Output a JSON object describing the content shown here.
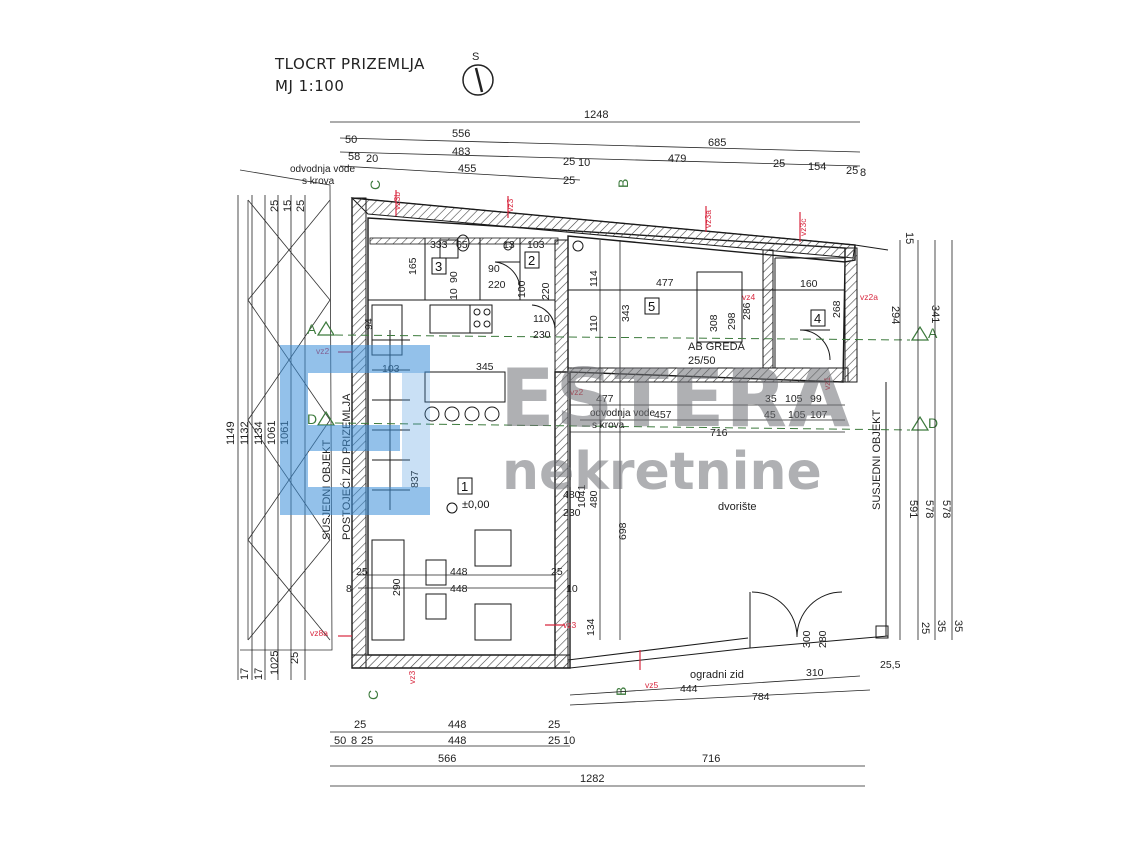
{
  "header": {
    "title": "TLOCRT PRIZEMLJA",
    "scale": "MJ 1:100",
    "north_label": "S"
  },
  "watermark": {
    "brand": "ESTERA",
    "sub": "nekretnine",
    "color": "#3b8fd9"
  },
  "colors": {
    "line": "#1a1a1a",
    "red": "#d8283f",
    "green": "#3c7a3c",
    "hatch": "#555555"
  },
  "section_marks": {
    "a_left": "A",
    "a_right": "A",
    "d_left": "D",
    "d_right": "D",
    "c_top": "C",
    "c_bottom": "C",
    "b_top": "B",
    "b_bottom": "B"
  },
  "rooms": {
    "r1": "1",
    "r1_level": "±0,00",
    "r2": "2",
    "r3": "3",
    "r4": "4",
    "r5": "5"
  },
  "labels": {
    "drain_left_1": "odvodnja vode",
    "drain_left_2": "s krova",
    "drain_mid_1": "odvodnja vode",
    "drain_mid_2": "s krova",
    "beam_1": "AB GREDA",
    "beam_2": "25/50",
    "courtyard": "dvorište",
    "fence": "ogradni zid",
    "neighbor_left": "SUSJEDNI OBJEKT",
    "existing_wall": "POSTOJEĆI ZID PRIZEMLJA",
    "neighbor_right": "SUSJEDNI OBJEKT"
  },
  "red_tags": {
    "vz3b": "vz3b",
    "vz3_top": "vz3",
    "vz3a": "vz3a",
    "vz3c": "vz3c",
    "vz4": "vz4",
    "vz2a": "vz2a",
    "vz2": "vz2",
    "vz2_mid": "vz2",
    "vz1": "vz1",
    "vz3_right": "vz3",
    "vz8a": "vz8a",
    "vz3_bottom": "vz3",
    "vz5": "vz5"
  },
  "dims_top": {
    "d1248": "1248",
    "d50": "50",
    "d556": "556",
    "d685": "685",
    "d58": "58",
    "d20": "20",
    "d483": "483",
    "d25a": "25",
    "d10a": "10",
    "d479": "479",
    "d25b": "25",
    "d154": "154",
    "d25c": "25",
    "d8a": "8",
    "d455": "455",
    "d25d": "25"
  },
  "dims_left": {
    "d1149": "1149",
    "d1132": "1132",
    "d1134": "1134",
    "d1061a": "1061",
    "d1061b": "1061",
    "d1025": "1025",
    "d25a": "25",
    "d15": "15",
    "d25b": "25",
    "d17a": "17",
    "d17b": "17",
    "d25c": "25"
  },
  "dims_right": {
    "d341": "341",
    "d294": "294",
    "d591": "591",
    "d578a": "578",
    "d578b": "578",
    "d15": "15",
    "d35a": "35",
    "d25": "25",
    "d35b": "35"
  },
  "dims_bottom": {
    "d25a": "25",
    "d448a": "448",
    "d25b": "25",
    "d50": "50",
    "d8": "8",
    "d25c": "25",
    "d448b": "448",
    "d25d": "25",
    "d10": "10",
    "d566": "566",
    "d716": "716",
    "d1282": "1282"
  },
  "dims_inner": {
    "d333": "333",
    "d65": "65",
    "d13": "13",
    "d103": "103",
    "d165": "165",
    "d90a": "90",
    "d90b": "90",
    "d220a": "220",
    "d100": "100",
    "d220b": "220",
    "d10": "10",
    "d110a": "110",
    "d230": "230",
    "d114": "114",
    "d477a": "477",
    "d343": "343",
    "d110b": "110",
    "d160": "160",
    "d268": "268",
    "d308": "308",
    "d298": "298",
    "d286": "286",
    "d345": "345",
    "d103b": "103",
    "d94": "94",
    "d477b": "477",
    "d35": "35",
    "d105a": "105",
    "d99": "99",
    "d457": "457",
    "d45": "45",
    "d105b": "105",
    "d107": "107",
    "d716": "716",
    "d837": "837",
    "d480a": "480",
    "d480b": "480",
    "d230b": "230",
    "d1041": "1041",
    "d698": "698",
    "d448a": "448",
    "d448b": "448",
    "d25a": "25",
    "d25b": "25",
    "d10b": "10",
    "d290": "290",
    "d8b": "8",
    "d134": "134",
    "d300": "300",
    "d280": "280",
    "d444": "444",
    "d310": "310",
    "d784": "784",
    "d255": "25,5"
  }
}
